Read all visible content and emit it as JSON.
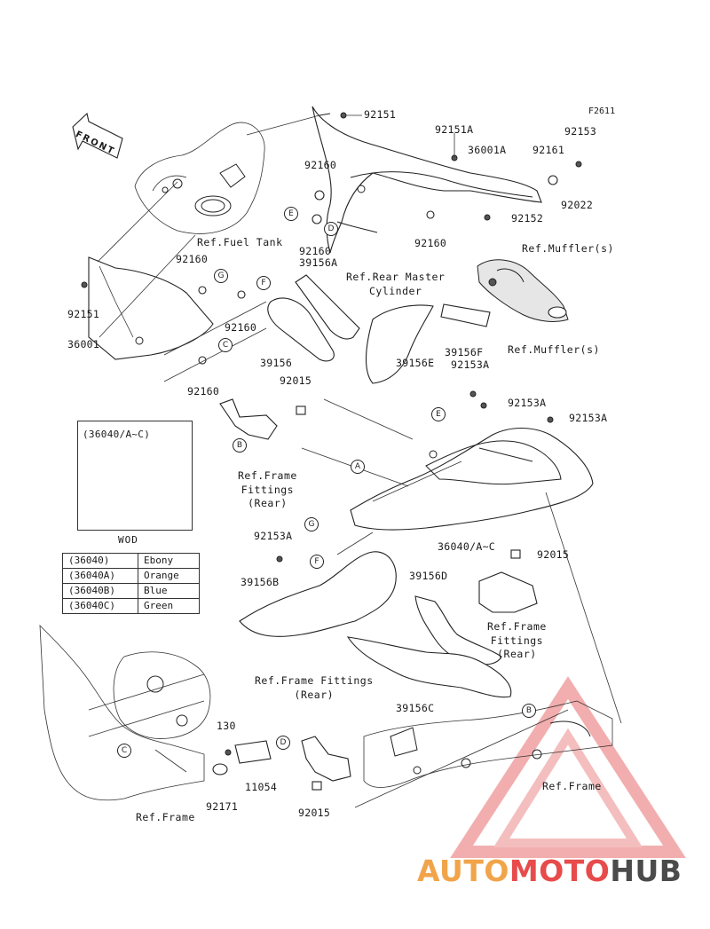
{
  "figure_code": "F2611",
  "front_arrow": "FRONT",
  "refs": {
    "fuel_tank": "Ref.Fuel Tank",
    "rear_master_cylinder": "Ref.Rear Master\nCylinder",
    "muffler_1": "Ref.Muffler(s)",
    "muffler_2": "Ref.Muffler(s)",
    "frame_fittings_left": "Ref.Frame\nFittings\n(Rear)",
    "frame_fittings_right": "Ref.Frame\nFittings\n(Rear)",
    "frame_fittings_bottom": "Ref.Frame Fittings\n(Rear)",
    "frame_left": "Ref.Frame",
    "frame_right": "Ref.Frame"
  },
  "part_labels": [
    "92151",
    "92151A",
    "36001A",
    "92161",
    "92153",
    "92022",
    "92160",
    "92160",
    "92152",
    "92160",
    "39156A",
    "92160",
    "92151",
    "36001",
    "92160",
    "92160",
    "39156",
    "39156E",
    "39156F",
    "92153A",
    "92015",
    "92153A",
    "92153A",
    "36040/A~C",
    "92153A",
    "92015",
    "39156B",
    "39156D",
    "39156C",
    "130",
    "11054",
    "92171",
    "92015"
  ],
  "callouts": [
    "E",
    "D",
    "G",
    "F",
    "C",
    "B",
    "E",
    "A",
    "G",
    "F",
    "C",
    "D",
    "B"
  ],
  "wod_panel": {
    "title": "(36040/A~C)",
    "label": "WOD"
  },
  "color_table": [
    {
      "code": "(36040)",
      "color": "Ebony"
    },
    {
      "code": "(36040A)",
      "color": "Orange"
    },
    {
      "code": "(36040B)",
      "color": "Blue"
    },
    {
      "code": "(36040C)",
      "color": "Green"
    }
  ],
  "watermark": {
    "part1": "AUTO",
    "part2": "MOTO",
    "part3": "HUB",
    "colors": {
      "orange": "#f1a44a",
      "red": "#e84b4b",
      "gray": "#4b4b4b"
    }
  }
}
